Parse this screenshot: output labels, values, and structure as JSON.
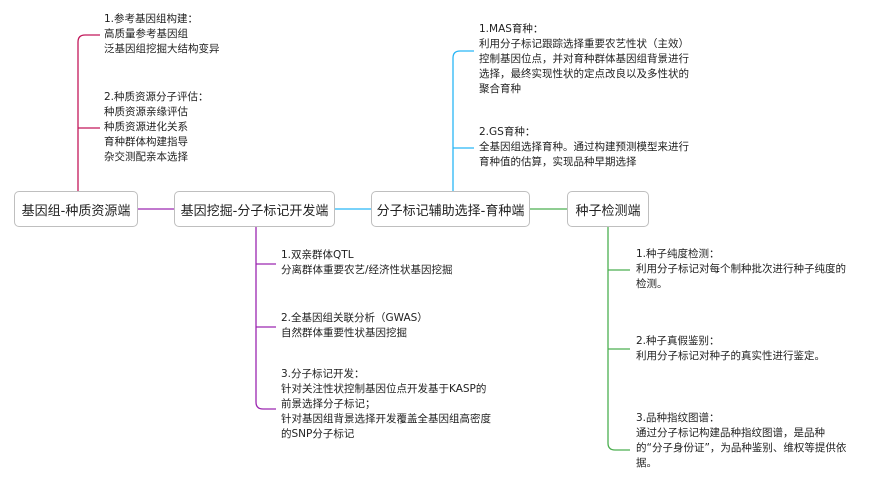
{
  "colors": {
    "genome": "#c2185b",
    "mining": "#9c27b0",
    "mas": "#29b6f6",
    "seed": "#4caf50"
  },
  "nodes": {
    "genome": "基因组-种质资源端",
    "mining": "基因挖掘-分子标记开发端",
    "mas": "分子标记辅助选择-育种端",
    "seed": "种子检测端"
  },
  "genome_leaves": [
    [
      "1.参考基因组构建：",
      "高质量参考基因组",
      "泛基因组挖掘大结构变异"
    ],
    [
      "2.种质资源分子评估：",
      "种质资源亲缘评估",
      "种质资源进化关系",
      "育种群体构建指导",
      "杂交测配亲本选择"
    ]
  ],
  "mas_leaves": [
    [
      "1.MAS育种：",
      "利用分子标记跟踪选择重要农艺性状（主效）",
      "控制基因位点，并对育种群体基因组背景进行",
      "选择，最终实现性状的定点改良以及多性状的",
      "聚合育种"
    ],
    [
      "2.GS育种：",
      "全基因组选择育种。通过构建预测模型来进行",
      "育种值的估算，实现品种早期选择"
    ]
  ],
  "mining_leaves": [
    [
      "1.双亲群体QTL",
      "分离群体重要农艺/经济性状基因挖掘"
    ],
    [
      "2.全基因组关联分析（GWAS）",
      "自然群体重要性状基因挖掘"
    ],
    [
      "3.分子标记开发：",
      "针对关注性状控制基因位点开发基于KASP的",
      "前景选择分子标记；",
      "针对基因组背景选择开发覆盖全基因组高密度",
      "的SNP分子标记"
    ]
  ],
  "seed_leaves": [
    [
      "1.种子纯度检测：",
      "利用分子标记对每个制种批次进行种子纯度的",
      "检测。"
    ],
    [
      "2.种子真假鉴别：",
      "利用分子标记对种子的真实性进行鉴定。"
    ],
    [
      "3.品种指纹图谱：",
      "通过分子标记构建品种指纹图谱，是品种",
      "的“分子身份证”，为品种鉴别、维权等提供依",
      "据。"
    ]
  ]
}
